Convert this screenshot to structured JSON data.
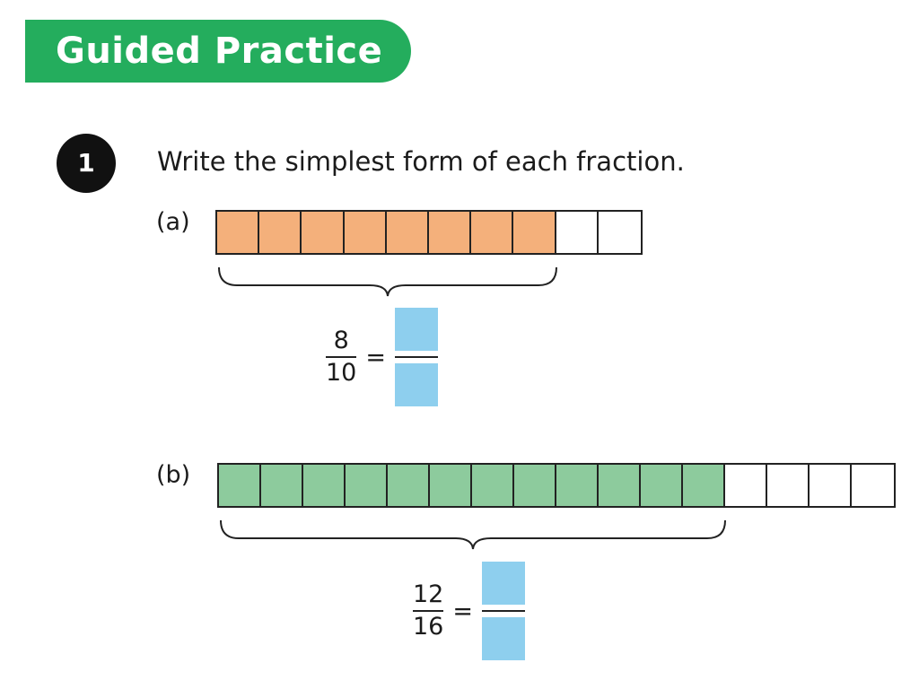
{
  "banner": {
    "title": "Guided Practice"
  },
  "question": {
    "number": "1",
    "instruction": "Write the simplest form of each fraction."
  },
  "parts": [
    {
      "label": "(a)",
      "shaded": 8,
      "total": 10,
      "shade_color": "#f4b07b",
      "fraction": {
        "numerator": "8",
        "denominator": "10"
      },
      "equals": "="
    },
    {
      "label": "(b)",
      "shaded": 12,
      "total": 16,
      "shade_color": "#8dcb9d",
      "fraction": {
        "numerator": "12",
        "denominator": "16"
      },
      "equals": "="
    }
  ],
  "colors": {
    "banner": "#24ad5d",
    "answer_box": "#8ecfee",
    "unshaded": "#ffffff"
  }
}
